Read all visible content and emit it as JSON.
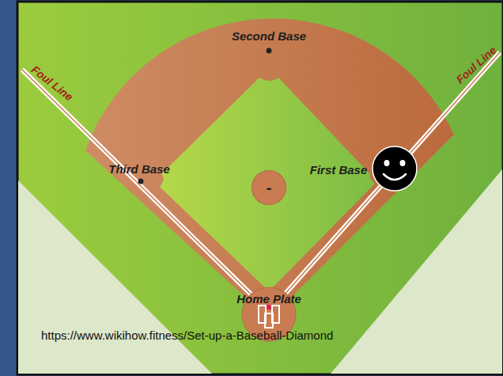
{
  "diagram": {
    "nodes": [
      {
        "text": [
          "-"
        ]
      }
    ],
    "labels": [
      "Second Base",
      "Foul Line",
      "Foul Line",
      "Third Base",
      "First Base",
      "Home Plate",
      "https://www.wikihow.fitness/Set-up-a-Baseball-Diamond"
    ]
  }
}
